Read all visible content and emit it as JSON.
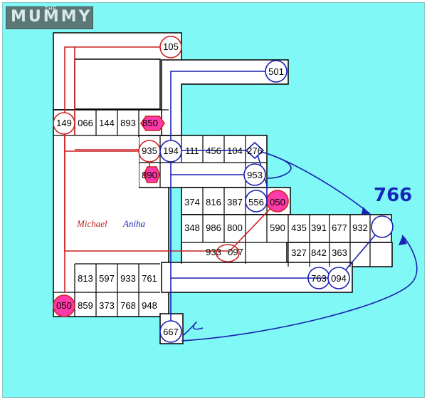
{
  "logo": {
    "text": "MUMMY",
    "small": "THE"
  },
  "target": {
    "label": "766"
  },
  "signature": {
    "first": "Michael",
    "last": "Aniha"
  },
  "cells": [
    {
      "t": "105"
    },
    {
      "t": "501"
    },
    {
      "t": "149"
    },
    {
      "t": "066"
    },
    {
      "t": "144"
    },
    {
      "t": "893"
    },
    {
      "t": "850"
    },
    {
      "t": "935"
    },
    {
      "t": "194"
    },
    {
      "t": "111"
    },
    {
      "t": "456"
    },
    {
      "t": "104"
    },
    {
      "t": "276"
    },
    {
      "t": "890"
    },
    {
      "t": "953"
    },
    {
      "t": "374"
    },
    {
      "t": "816"
    },
    {
      "t": "387"
    },
    {
      "t": "556"
    },
    {
      "t": "050"
    },
    {
      "t": "348"
    },
    {
      "t": "986"
    },
    {
      "t": "800"
    },
    {
      "t": "590"
    },
    {
      "t": "435"
    },
    {
      "t": "391"
    },
    {
      "t": "677"
    },
    {
      "t": "932"
    },
    {
      "t": "933"
    },
    {
      "t": "097"
    },
    {
      "t": "327"
    },
    {
      "t": "842"
    },
    {
      "t": "363"
    },
    {
      "t": "813"
    },
    {
      "t": "597"
    },
    {
      "t": "933"
    },
    {
      "t": "761"
    },
    {
      "t": "763"
    },
    {
      "t": "094"
    },
    {
      "t": "050"
    },
    {
      "t": "859"
    },
    {
      "t": "373"
    },
    {
      "t": "768"
    },
    {
      "t": "948"
    },
    {
      "t": "667"
    }
  ],
  "colors": {
    "background": "#7ff8f6",
    "red_path": "#cc2222",
    "blue_path": "#1a22b0",
    "highlight": "#ff3aa8"
  }
}
